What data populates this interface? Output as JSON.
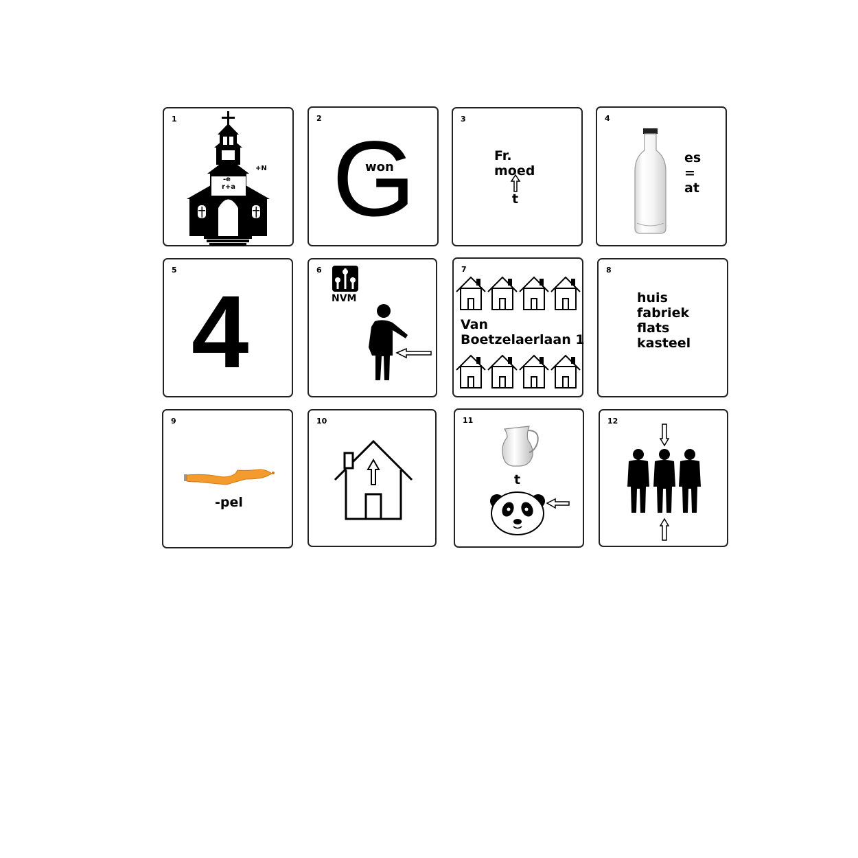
{
  "puzzles": [
    {
      "number": "1",
      "texts": {
        "plus_n": "+N",
        "minus_e": "-e",
        "r_plus_a": "r+a"
      },
      "icon": "church-icon"
    },
    {
      "number": "2",
      "texts": {
        "big_letter": "G",
        "inner_word": "won"
      }
    },
    {
      "number": "3",
      "texts": {
        "line1": "Fr.",
        "line2": "moed",
        "below": "t"
      },
      "icon": "arrow-up-icon"
    },
    {
      "number": "4",
      "texts": {
        "line1": "es",
        "line2": "=",
        "line3": "at"
      },
      "icon": "bottle-icon"
    },
    {
      "number": "5",
      "texts": {
        "digit": "4"
      }
    },
    {
      "number": "6",
      "texts": {
        "logo_text": "NVM"
      },
      "icon": "person-icon"
    },
    {
      "number": "7",
      "texts": {
        "line1": "Van",
        "line2": "Boetzelaerlaan 1"
      },
      "icon": "house-icon"
    },
    {
      "number": "8",
      "texts": {
        "line1": "huis",
        "line2": "fabriek",
        "line3": "flats",
        "line4": "kasteel"
      }
    },
    {
      "number": "9",
      "texts": {
        "suffix": "-pel"
      },
      "icon": "orange-pennant-icon"
    },
    {
      "number": "10",
      "texts": {},
      "icon": "house-arrow-up-icon"
    },
    {
      "number": "11",
      "texts": {
        "letter": "t"
      },
      "icon": "jug-icon"
    },
    {
      "number": "12",
      "texts": {},
      "icon": "three-people-icon"
    }
  ],
  "colors": {
    "border": "#222222",
    "accent_orange": "#f39b2d"
  }
}
